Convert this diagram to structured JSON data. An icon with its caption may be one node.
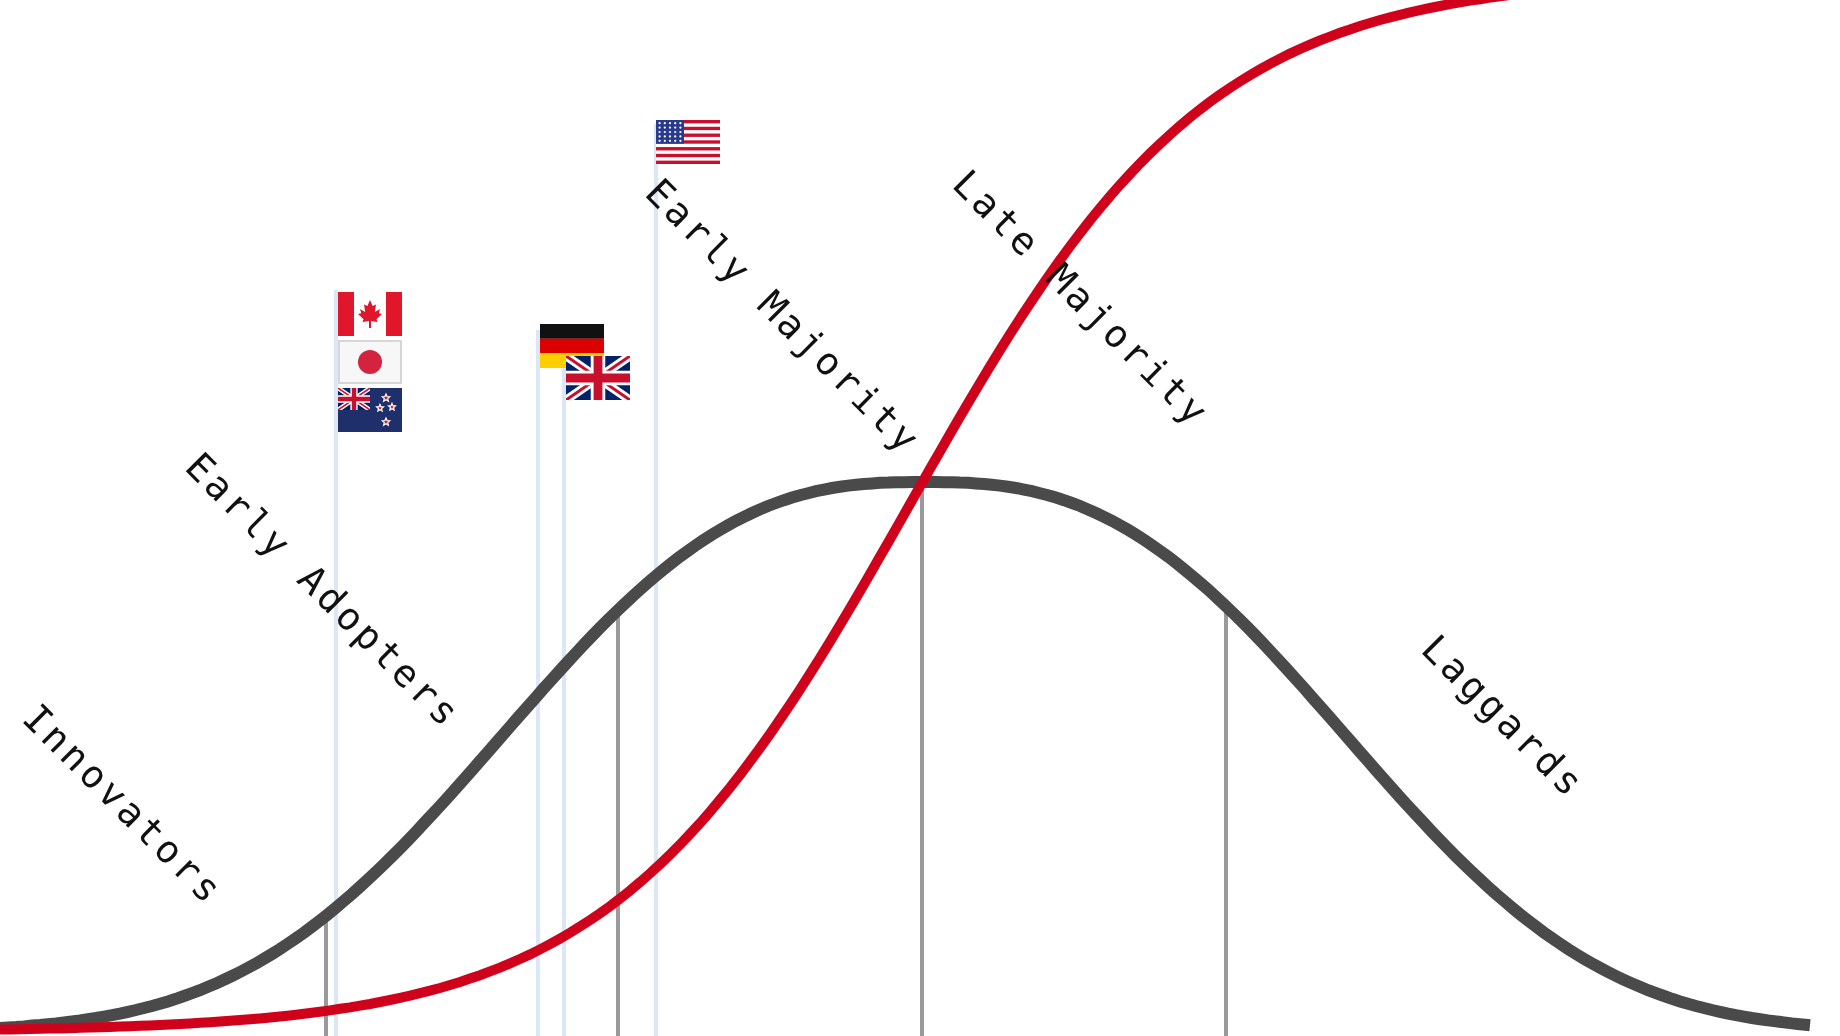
{
  "diagram": {
    "labels": [
      "Innovators",
      "Early Adopters",
      "Early Majority",
      "Late Majority",
      "Laggards"
    ]
  }
}
